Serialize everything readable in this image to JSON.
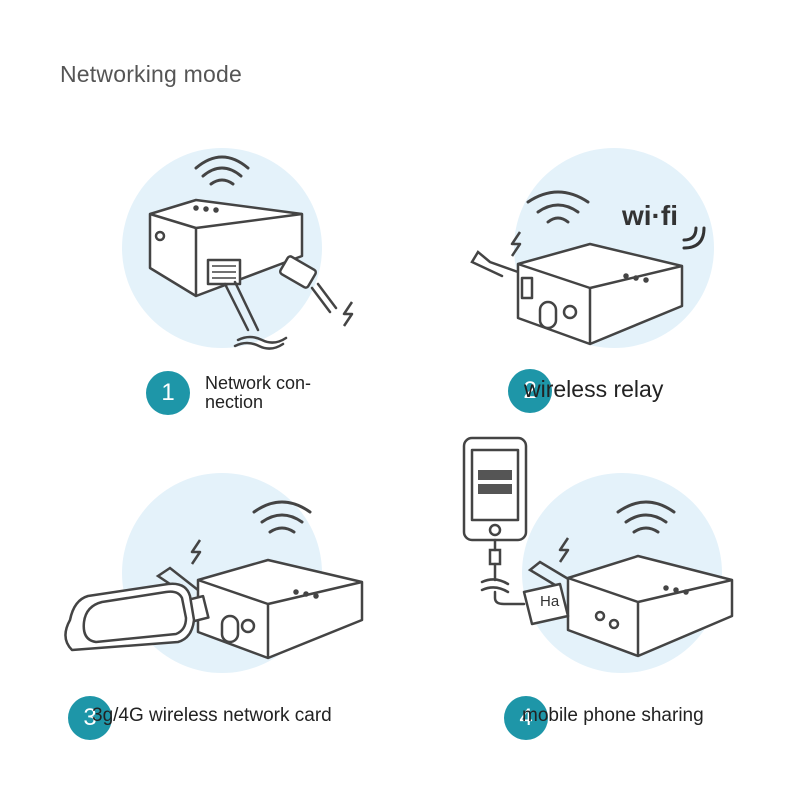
{
  "title": "Networking mode",
  "modes": [
    {
      "number": "1",
      "label": "Network con-\nnection"
    },
    {
      "number": "2",
      "label": " wireless relay"
    },
    {
      "number": "3",
      "label": "3g/4G wireless network card"
    },
    {
      "number": "4",
      "label": " mobile phone sharing"
    }
  ],
  "wifi_logo_text": "wi·fi",
  "phone_adapter_text": "Ha",
  "colors": {
    "accent": "#1e96a8",
    "circle": "#e4f2fa",
    "line": "#444444"
  },
  "icons": [
    "wifi-signal-icon",
    "lightning-icon",
    "router-icon",
    "ethernet-cable-icon",
    "usb-modem-icon",
    "smartphone-icon"
  ]
}
